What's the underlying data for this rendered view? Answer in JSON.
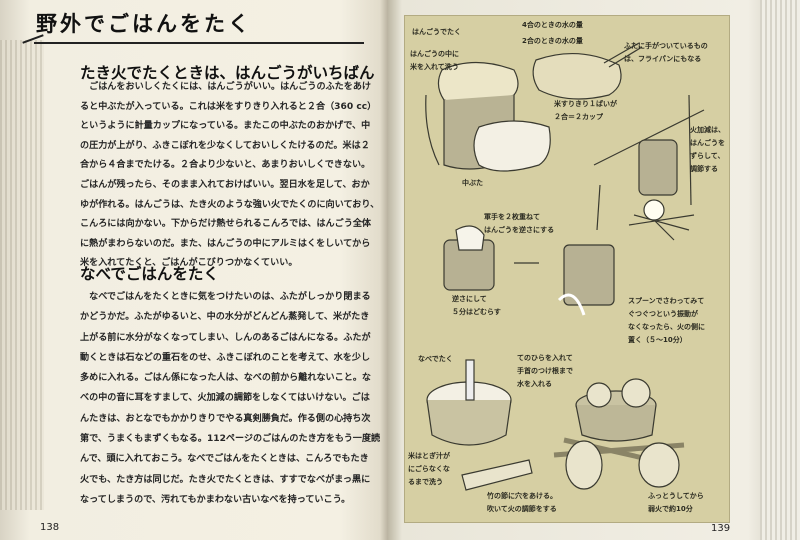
{
  "left_page": {
    "title": "野外でごはんをたく",
    "section1": {
      "heading": "たき火でたくときは、はんごうがいちばん",
      "lines": [
        "　ごはんをおいしくたくには、はんごうがいい。はんごうのふたをあけ",
        "ると中ぶたが入っている。これは米をすりきり入れると２合（360 cc）",
        "というように計量カップになっている。またこの中ぶたのおかげで、中",
        "の圧力が上がり、ふきこぼれを少なくしておいしくたけるのだ。米は２",
        "合から４合までたける。２合より少ないと、あまりおいしくできない。",
        "ごはんが残ったら、そのまま入れておけばいい。翌日水を足して、おか",
        "ゆが作れる。はんごうは、たき火のような強い火でたくのに向いており、",
        "こんろには向かない。下からだけ熱せられるこんろでは、はんごう全体",
        "に熱がまわらないのだ。また、はんごうの中にアルミはくをしいてから",
        "米を入れてたくと、ごはんがこびりつかなくていい。"
      ]
    },
    "section2": {
      "heading": "なべでごはんをたく",
      "lines": [
        "　なべでごはんをたくときに気をつけたいのは、ふたがしっかり閉まる",
        "かどうかだ。ふたがゆるいと、中の水分がどんどん蒸発して、米がたき",
        "上がる前に水分がなくなってしまい、しんのあるごはんになる。ふたが",
        "動くときは石などの重石をのせ、ふきこぼれのことを考えて、水を少し",
        "多めに入れる。ごはん係になった人は、なべの前から離れないこと。な",
        "べの中の音に耳をすまして、火加減の調節をしなくてはいけない。ごは",
        "んたきは、おとなでもかかりきりでやる真剣勝負だ。作る側の心持ち次",
        "第で、うまくもまずくもなる。112ページのごはんのたき方をもう一度読",
        "んで、頭に入れておこう。なべでごはんをたくときは、こんろでもたき",
        "火でも、たき方は同じだ。たき火でたくときは、すすでなべがまっ黒に",
        "なってしまうので、汚れてもかまわない古いなべを持っていこう。"
      ]
    },
    "page_number": "138"
  },
  "right_page": {
    "labels": {
      "hangou_title": "はんごうでたく",
      "water_4go": "4合のときの水の量",
      "water_2go": "2合のときの水の量",
      "wash_rice": [
        "はんごうの中に",
        "米を入れて洗う"
      ],
      "lid_handle": [
        "ふたに手がついているもの",
        "は、フライパンにもなる"
      ],
      "measure": [
        "米すりきり１ぱいが",
        "２合＝２カップ"
      ],
      "inner_lid": "中ぶた",
      "heat_adjust": [
        "火加減は、",
        "はんごうを",
        "ずらして、",
        "調節する"
      ],
      "gloves": [
        "軍手を２枚重ねて",
        "はんごうを逆さにする"
      ],
      "steam": [
        "逆さにして",
        "５分はどむらす"
      ],
      "spoon": [
        "スプーンでさわってみて",
        "ぐつぐつという振動が",
        "なくなったら、火の側に",
        "置く（５～10分）"
      ],
      "pot_title": "なべでたく",
      "palm": [
        "てのひらを入れて",
        "手首のつけ根まで",
        "水を入れる"
      ],
      "wash_clear": [
        "米はとぎ汁が",
        "にごらなくな",
        "るまで洗う"
      ],
      "bamboo": [
        "竹の節に穴をあける。",
        "吹いて火の調節をする"
      ],
      "boil": [
        "ふっとうしてから",
        "弱火で約10分"
      ]
    },
    "page_number": "139",
    "colors": {
      "panel": "#d6cfa3",
      "ink": "#2a2a20",
      "paper": "#f2eee1"
    }
  }
}
